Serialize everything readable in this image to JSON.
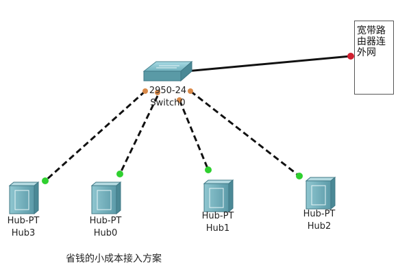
{
  "switch": {
    "model": "2950-24",
    "name": "Switch0"
  },
  "router": {
    "label": "宽带路由器连外网"
  },
  "hubs": [
    {
      "model": "Hub-PT",
      "name": "Hub3"
    },
    {
      "model": "Hub-PT",
      "name": "Hub0"
    },
    {
      "model": "Hub-PT",
      "name": "Hub1"
    },
    {
      "model": "Hub-PT",
      "name": "Hub2"
    }
  ],
  "caption": "省钱的小成本接入方案",
  "colors": {
    "cable": "#111111",
    "link_up": "#2fd02f",
    "port_orange": "#d98a4a",
    "router_port": "#d02030",
    "device_teal": "#7fb9c4"
  }
}
